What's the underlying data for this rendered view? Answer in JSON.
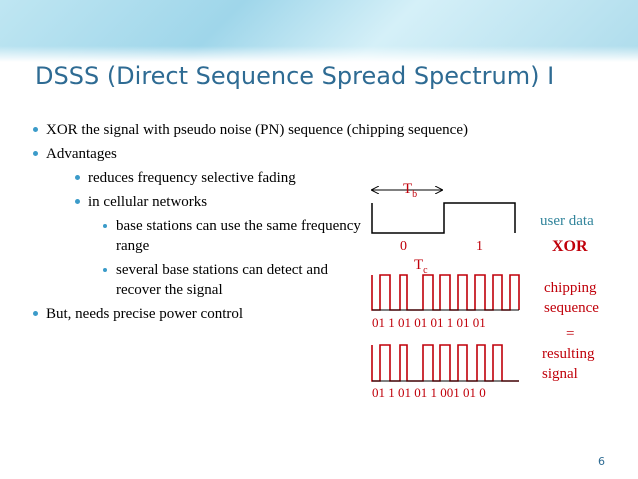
{
  "slide": {
    "title": "DSSS (Direct Sequence Spread Spectrum) I",
    "page_number": "6"
  },
  "bullets": [
    {
      "level": 1,
      "text": "XOR the signal with pseudo noise (PN) sequence (chipping sequence)"
    },
    {
      "level": 1,
      "text": "Advantages"
    },
    {
      "level": 2,
      "text": "reduces frequency selective fading"
    },
    {
      "level": 2,
      "text": "in cellular networks"
    },
    {
      "level": 3,
      "text": "base stations can use the same frequency range"
    },
    {
      "level": 3,
      "text": "several base stations can detect and recover the signal"
    },
    {
      "level": 1,
      "text": "But, needs precise power control"
    }
  ],
  "diagram": {
    "tb_label": "T",
    "tb_sub": "b",
    "tc_label": "T",
    "tc_sub": "c",
    "user_data_label": "user data",
    "user_data_bits": [
      "0",
      "1"
    ],
    "xor_label": "XOR",
    "chipping_label_1": "chipping",
    "chipping_label_2": "sequence",
    "chipping_bits": "01 1 01 01 01 1 01 01",
    "equals_label": "=",
    "result_label_1": "resulting",
    "result_label_2": "signal",
    "result_bits": "01 1 01 01 1 001 01 0",
    "colors": {
      "title": "#2e6b93",
      "bullet": "#3b9bc9",
      "signal": "#c0000a",
      "annotation": "#c0000a",
      "user_data": "#31849b"
    }
  }
}
